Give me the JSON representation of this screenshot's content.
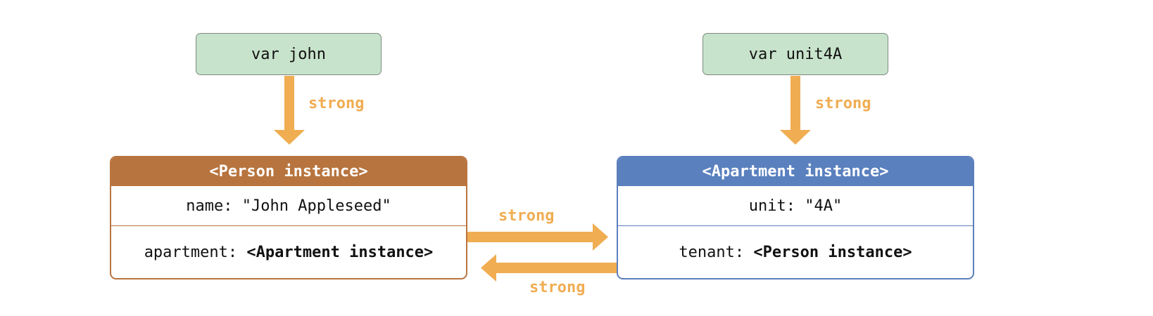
{
  "colors": {
    "arrow": "#f0ad52",
    "var_fill": "#c8e3cb",
    "person_header": "#b7743e",
    "apartment_header": "#5a80be"
  },
  "variables": {
    "john": "var john",
    "unit4A": "var unit4A"
  },
  "labels": {
    "john_ref": "strong",
    "unit_ref": "strong",
    "person_to_apartment": "strong",
    "apartment_to_person": "strong"
  },
  "person": {
    "header": "<Person instance>",
    "row1": "name: \"John Appleseed\"",
    "row2_key": "apartment:",
    "row2_value": "<Apartment instance>"
  },
  "apartment": {
    "header": "<Apartment instance>",
    "row1": "unit: \"4A\"",
    "row2_key": "tenant:",
    "row2_value": "<Person instance>"
  }
}
